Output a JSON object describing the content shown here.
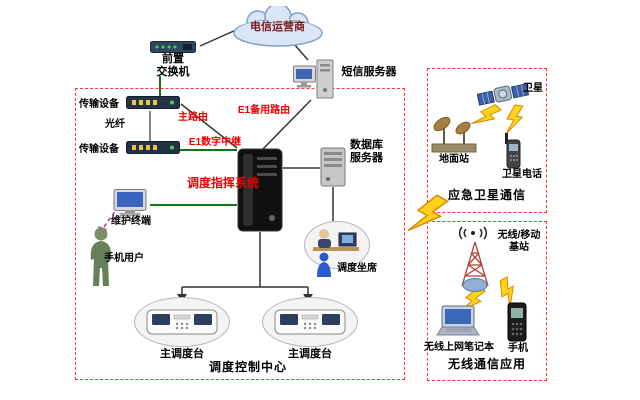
{
  "external": {
    "telecom_cloud": "电信运营商",
    "front_switch": "前置\n交换机",
    "sms_server": "短信服务器"
  },
  "control_center": {
    "title": "调度控制中心",
    "transmission_top": "传输设备",
    "transmission_bottom": "传输设备",
    "fiber": "光纤",
    "main_route": "主路由",
    "e1_backup_route": "E1备用路由",
    "e1_digital_trunk": "E1数字中继",
    "dispatch_command_system": "调度指挥系统",
    "database_server": "数据库\n服务器",
    "maintenance_terminal": "维护终端",
    "mobile_user": "手机用户",
    "dispatch_seat": "调度坐席",
    "main_console_left": "主调度台",
    "main_console_right": "主调度台"
  },
  "satellite_section": {
    "title": "应急卫星通信",
    "satellite": "卫星",
    "ground_station": "地面站",
    "satellite_phone": "卫星电话"
  },
  "wireless_section": {
    "title": "无线通信应用",
    "base_station": "无线/移动\n基站",
    "laptop": "无线上网笔记本",
    "phone": "手机"
  },
  "colors": {
    "section_border": "#ff3333",
    "highlight_text": "#ee0000",
    "cloud_text": "#7a1a1a",
    "green_link": "#117711",
    "purple_link": "#a040a0",
    "lightning": "#ffd21e"
  }
}
